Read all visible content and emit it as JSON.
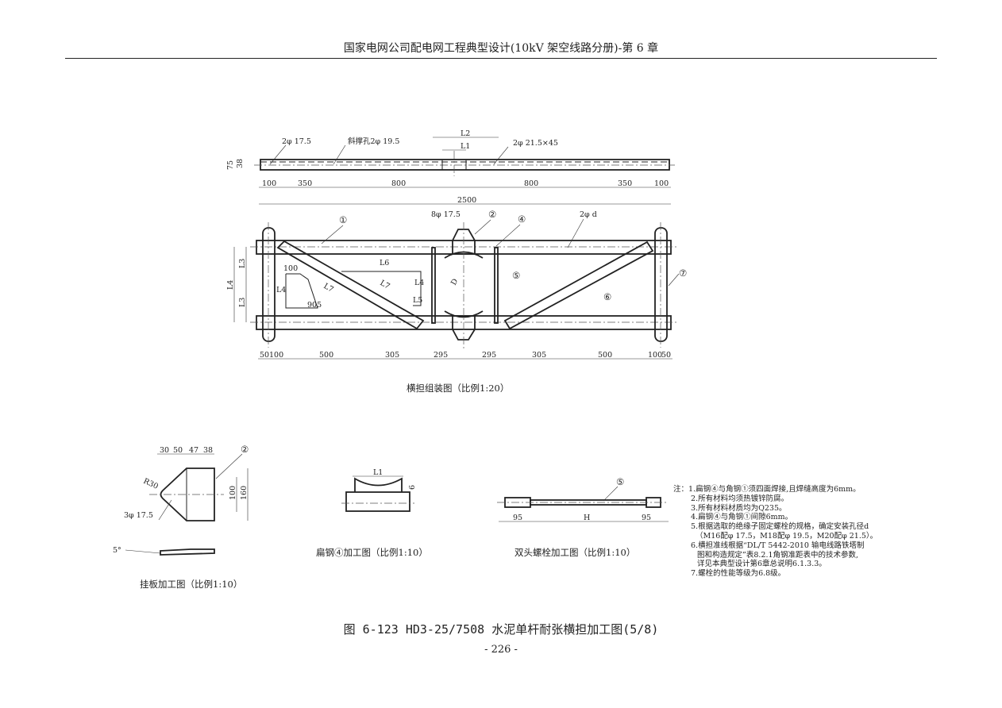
{
  "header": {
    "title": "国家电网公司配电网工程典型设计(10kV 架空线路分册)-第 6 章"
  },
  "top_view": {
    "labels": {
      "hole1": "2φ 17.5",
      "hole2": "斜撑孔2φ 19.5",
      "l2": "L2",
      "l1": "L1",
      "hole3": "2φ 21.5×45",
      "h75": "75",
      "h38": "38"
    },
    "dims": [
      "100",
      "350",
      "800",
      "800",
      "350",
      "100"
    ],
    "total": "2500"
  },
  "assembly": {
    "callouts": {
      "p1": "①",
      "p2": "②",
      "p4": "④",
      "p5": "⑤",
      "p6": "⑥",
      "p7": "⑦",
      "holes8": "8φ 17.5",
      "holes_d": "2φ d"
    },
    "inner": {
      "l6": "L6",
      "l7a": "L7",
      "l7b": "L7",
      "l4a": "L4",
      "l4b": "L4",
      "l5": "L5",
      "d100": "100",
      "d905": "905",
      "dD": "D"
    },
    "side": {
      "l4": "L4",
      "l3a": "L3",
      "l3b": "L3"
    },
    "dims": [
      "50",
      "100",
      "500",
      "305",
      "295",
      "295",
      "305",
      "500",
      "100",
      "50"
    ],
    "caption": "横担组装图（比例1:20）"
  },
  "plate": {
    "dims": [
      "30",
      "50",
      "47",
      "38"
    ],
    "labels": {
      "part": "②",
      "r30": "R30",
      "holes": "3φ 17.5",
      "d100": "100",
      "d160": "160",
      "angle": "5°"
    },
    "caption": "挂板加工图（比例1:10）"
  },
  "flat_steel": {
    "labels": {
      "l1": "L1",
      "d6": "6"
    },
    "caption": "扁钢④加工图（比例1:10）"
  },
  "stud_bolt": {
    "labels": {
      "part": "⑤",
      "d95a": "95",
      "h": "H",
      "d95b": "95"
    },
    "caption": "双头螺栓加工图（比例1:10）"
  },
  "notes": {
    "prefix": "注：",
    "lines": [
      "1.扁钢④与角钢①须四面焊接,且焊缝高度为6mm。",
      "2.所有材料均须热镀锌防腐。",
      "3.所有材料材质均为Q235。",
      "4.扁钢④与角钢①间隙6mm。",
      "5.根据选取的绝缘子固定螺栓的规格，确定安装孔径d",
      "（M16配φ 17.5，M18配φ 19.5，M20配φ 21.5）。",
      "6.横担准线根据“DL/T 5442-2010 输电线路铁塔制",
      "图和构造规定”表8.2.1角钢准距表中的技术参数,",
      "详见本典型设计第6章总说明6.1.3.3。",
      "7.螺栓的性能等级为6.8级。"
    ]
  },
  "figure_title": "图 6-123  HD3-25/7508 水泥单杆耐张横担加工图(5/8)",
  "page_number": "- 226 -"
}
